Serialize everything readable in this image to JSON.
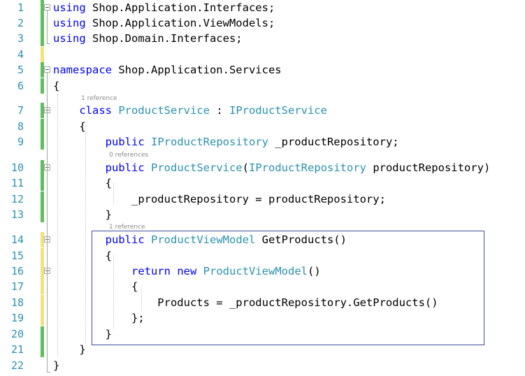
{
  "editor": {
    "lines": [
      {
        "num": "1",
        "segments": [
          {
            "t": "using",
            "c": "kw"
          },
          {
            "t": " Shop.Application.Interfaces;",
            "c": ""
          }
        ]
      },
      {
        "num": "2",
        "segments": [
          {
            "t": "using",
            "c": "kw"
          },
          {
            "t": " Shop.Application.ViewModels;",
            "c": ""
          }
        ]
      },
      {
        "num": "3",
        "segments": [
          {
            "t": "using",
            "c": "kw"
          },
          {
            "t": " Shop.Domain.Interfaces;",
            "c": ""
          }
        ]
      },
      {
        "num": "4",
        "segments": []
      },
      {
        "num": "5",
        "segments": [
          {
            "t": "namespace",
            "c": "kw"
          },
          {
            "t": " Shop.Application.Services",
            "c": ""
          }
        ]
      },
      {
        "num": "6",
        "segments": [
          {
            "t": "{",
            "c": ""
          }
        ]
      },
      {
        "num": "7",
        "segments": [
          {
            "t": "    ",
            "c": ""
          },
          {
            "t": "class",
            "c": "kw"
          },
          {
            "t": " ",
            "c": ""
          },
          {
            "t": "ProductService",
            "c": "ty"
          },
          {
            "t": " : ",
            "c": ""
          },
          {
            "t": "IProductService",
            "c": "ty"
          }
        ]
      },
      {
        "num": "8",
        "segments": [
          {
            "t": "    {",
            "c": ""
          }
        ]
      },
      {
        "num": "9",
        "segments": [
          {
            "t": "        ",
            "c": ""
          },
          {
            "t": "public",
            "c": "kw"
          },
          {
            "t": " ",
            "c": ""
          },
          {
            "t": "IProductRepository",
            "c": "ty"
          },
          {
            "t": " _productRepository;",
            "c": ""
          }
        ]
      },
      {
        "num": "10",
        "segments": [
          {
            "t": "        ",
            "c": ""
          },
          {
            "t": "public",
            "c": "kw"
          },
          {
            "t": " ",
            "c": ""
          },
          {
            "t": "ProductService",
            "c": "ty"
          },
          {
            "t": "(",
            "c": ""
          },
          {
            "t": "IProductRepository",
            "c": "ty"
          },
          {
            "t": " productRepository)",
            "c": ""
          }
        ]
      },
      {
        "num": "11",
        "segments": [
          {
            "t": "        {",
            "c": ""
          }
        ]
      },
      {
        "num": "12",
        "segments": [
          {
            "t": "            _productRepository = productRepository;",
            "c": ""
          }
        ]
      },
      {
        "num": "13",
        "segments": [
          {
            "t": "        }",
            "c": ""
          }
        ]
      },
      {
        "num": "14",
        "segments": [
          {
            "t": "        ",
            "c": ""
          },
          {
            "t": "public",
            "c": "kw"
          },
          {
            "t": " ",
            "c": ""
          },
          {
            "t": "ProductViewModel",
            "c": "ty"
          },
          {
            "t": " GetProducts()",
            "c": ""
          }
        ]
      },
      {
        "num": "15",
        "segments": [
          {
            "t": "        {",
            "c": ""
          }
        ]
      },
      {
        "num": "16",
        "segments": [
          {
            "t": "            ",
            "c": ""
          },
          {
            "t": "return",
            "c": "kw"
          },
          {
            "t": " ",
            "c": ""
          },
          {
            "t": "new",
            "c": "kw"
          },
          {
            "t": " ",
            "c": ""
          },
          {
            "t": "ProductViewModel",
            "c": "ty"
          },
          {
            "t": "()",
            "c": ""
          }
        ]
      },
      {
        "num": "17",
        "segments": [
          {
            "t": "            {",
            "c": ""
          }
        ]
      },
      {
        "num": "18",
        "segments": [
          {
            "t": "                Products = _productRepository.GetProducts()",
            "c": ""
          }
        ]
      },
      {
        "num": "19",
        "segments": [
          {
            "t": "            };",
            "c": ""
          }
        ]
      },
      {
        "num": "20",
        "segments": [
          {
            "t": "        }",
            "c": ""
          }
        ]
      },
      {
        "num": "21",
        "segments": [
          {
            "t": "    }",
            "c": ""
          }
        ]
      },
      {
        "num": "22",
        "segments": [
          {
            "t": "}",
            "c": ""
          }
        ]
      }
    ],
    "codelens": [
      {
        "after_line": 6,
        "text": "1 reference"
      },
      {
        "after_line": 9,
        "text": "0 references"
      },
      {
        "after_line": 13,
        "text": "1 reference"
      }
    ],
    "change_markers": {
      "saved": "#5fbe5f",
      "unsaved": "#f2e37a"
    },
    "line_status": [
      "saved",
      "saved",
      "saved",
      "unsaved",
      "saved",
      "saved",
      "saved",
      "saved",
      "saved",
      "saved",
      "saved",
      "saved",
      "saved",
      "unsaved",
      "unsaved",
      "unsaved",
      "unsaved",
      "unsaved",
      "unsaved",
      "saved",
      "saved",
      "none"
    ]
  }
}
